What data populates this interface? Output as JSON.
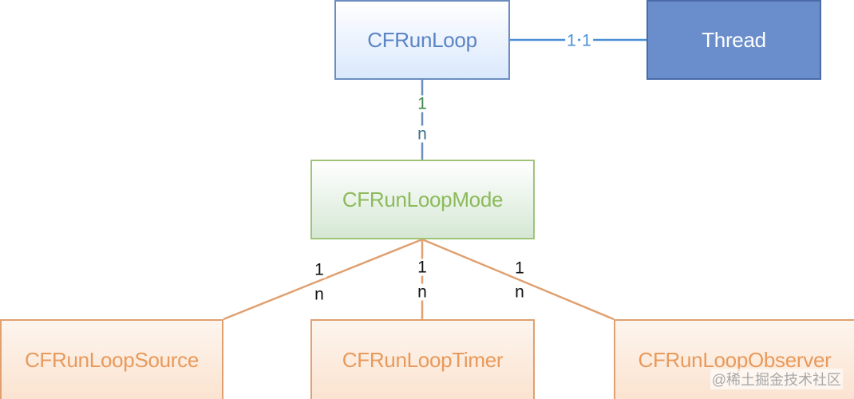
{
  "nodes": {
    "runloop": "CFRunLoop",
    "thread": "Thread",
    "mode": "CFRunLoopMode",
    "source": "CFRunLoopSource",
    "timer": "CFRunLoopTimer",
    "observer": "CFRunLoopObserver"
  },
  "edges": {
    "runloop_thread": {
      "from_mult": "1",
      "to_mult": "1"
    },
    "runloop_mode": {
      "from_mult": "1",
      "to_mult": "n"
    },
    "mode_source": {
      "from_mult": "1",
      "to_mult": "n"
    },
    "mode_timer": {
      "from_mult": "1",
      "to_mult": "n"
    },
    "mode_observer": {
      "from_mult": "1",
      "to_mult": "n"
    }
  },
  "watermark": "@稀土掘金技术社区",
  "colors": {
    "runloop_border": "#6c8ebf",
    "thread_fill": "#6a8ecb",
    "mode_border": "#9fc479",
    "leaf_border": "#e0a070",
    "edge_blue": "#4b8fd6",
    "edge_orange": "#e0a070"
  }
}
